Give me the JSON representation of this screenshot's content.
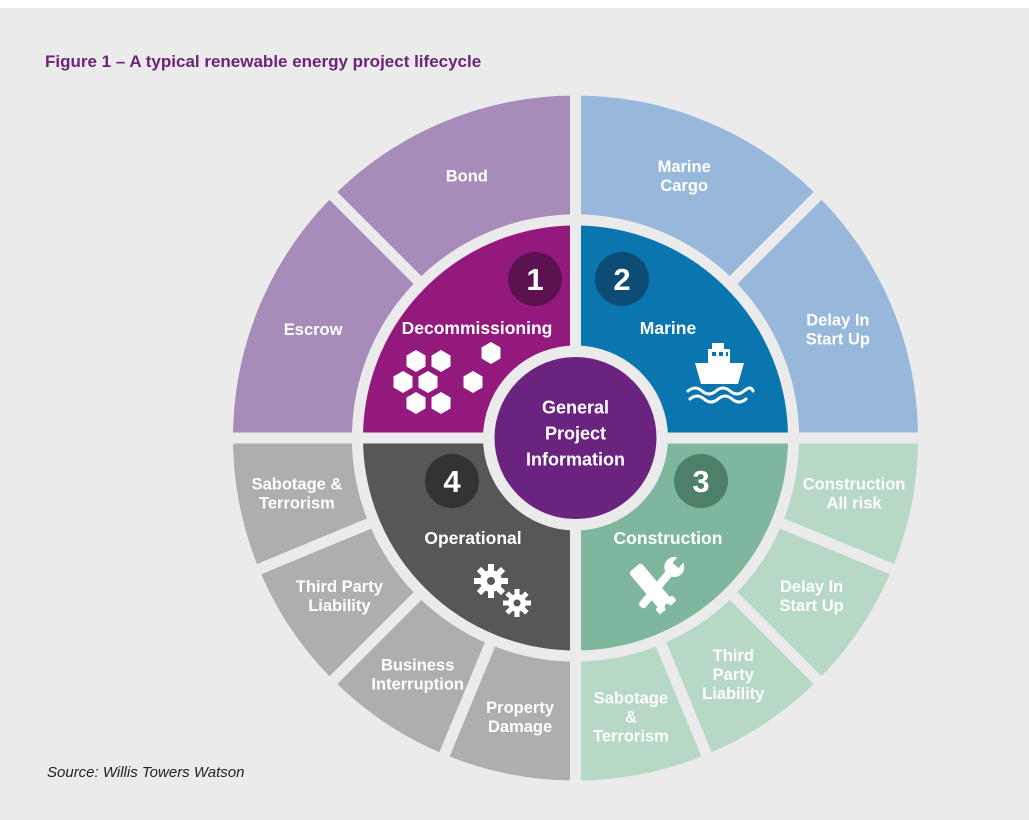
{
  "figure": {
    "title": "Figure 1 – A typical renewable energy project lifecycle",
    "source": "Source: Willis Towers Watson"
  },
  "center": {
    "lines": [
      "General",
      "Project",
      "Information"
    ],
    "color": "#6b2380"
  },
  "phases": [
    {
      "number": "1",
      "label": "Decommissioning",
      "icon": "hexagons-icon",
      "color": "#931a7c",
      "badge_color": "#5c1150"
    },
    {
      "number": "2",
      "label": "Marine",
      "icon": "ship-icon",
      "color": "#0a76b0",
      "badge_color": "#0d4d75"
    },
    {
      "number": "3",
      "label": "Construction",
      "icon": "tools-icon",
      "color": "#7eb79d",
      "badge_color": "#4e8068"
    },
    {
      "number": "4",
      "label": "Operational",
      "icon": "gears-icon",
      "color": "#575757",
      "badge_color": "#333333"
    }
  ],
  "outer_colors": {
    "decommissioning": "#a78bb9",
    "marine": "#97b8db",
    "construction": "#b6d8c4",
    "operational": "#aeaeae"
  },
  "outer_segments": {
    "decommissioning": [
      {
        "lines": [
          "Escrow"
        ]
      },
      {
        "lines": [
          "Bond"
        ]
      }
    ],
    "marine": [
      {
        "lines": [
          "Marine",
          "Cargo"
        ]
      },
      {
        "lines": [
          "Delay In",
          "Start Up"
        ]
      }
    ],
    "construction": [
      {
        "lines": [
          "Construction",
          "All risk"
        ]
      },
      {
        "lines": [
          "Delay In",
          "Start Up"
        ]
      },
      {
        "lines": [
          "Third",
          "Party",
          "Liability"
        ]
      },
      {
        "lines": [
          "Sabotage",
          "&",
          "Terrorism"
        ]
      }
    ],
    "operational": [
      {
        "lines": [
          "Property",
          "Damage"
        ]
      },
      {
        "lines": [
          "Business",
          "Interruption"
        ]
      },
      {
        "lines": [
          "Third Party",
          "Liability"
        ]
      },
      {
        "lines": [
          "Sabotage &",
          "Terrorism"
        ]
      }
    ]
  }
}
